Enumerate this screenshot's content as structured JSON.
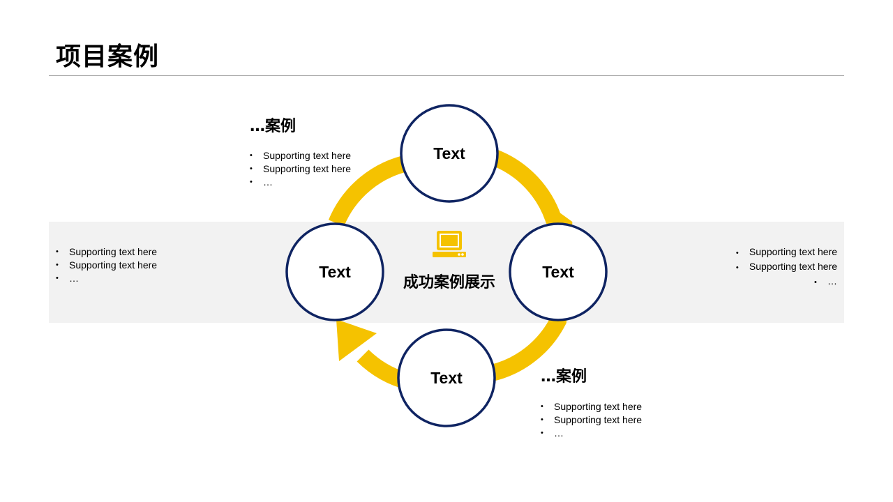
{
  "title": "项目案例",
  "center": {
    "label": "成功案例展示",
    "icon": "laptop-icon"
  },
  "nodes": {
    "top": "Text",
    "left": "Text",
    "right": "Text",
    "bottom": "Text"
  },
  "top_case": {
    "heading": "…案例",
    "bullets": [
      "Supporting  text here",
      "Supporting  text here",
      "…"
    ]
  },
  "bottom_case": {
    "heading": "…案例",
    "bullets": [
      "Supporting  text here",
      "Supporting  text here",
      "…"
    ]
  },
  "left_bullets": [
    "Supporting  text here",
    "Supporting  text here",
    "…"
  ],
  "right_bullets": [
    "Supporting  text here",
    "Supporting  text here",
    "…"
  ],
  "colors": {
    "accent": "#f5c200",
    "circle_border": "#0f2462",
    "band": "#f2f2f2",
    "rule": "#a6a6a6"
  }
}
